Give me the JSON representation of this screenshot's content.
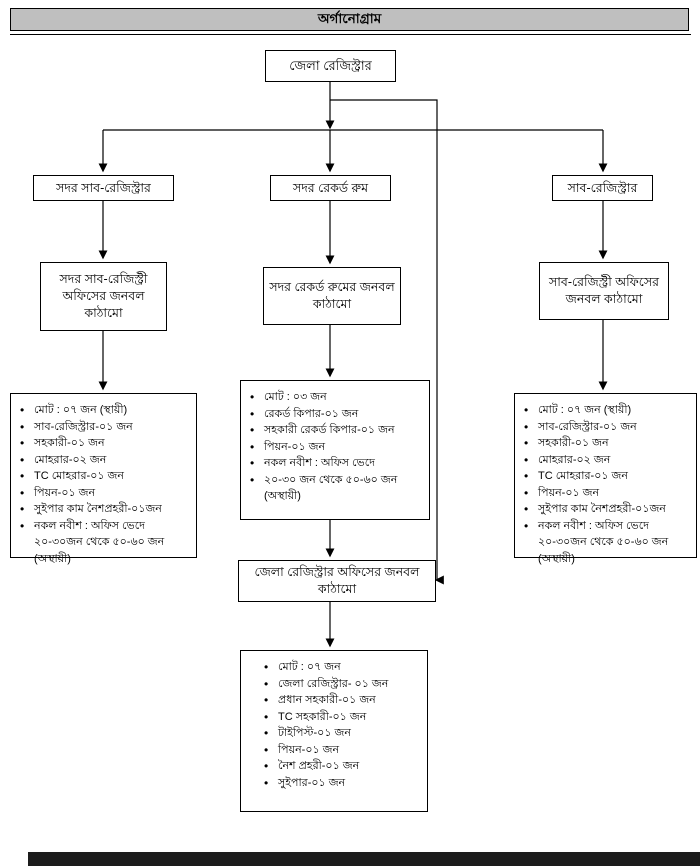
{
  "header": {
    "title": "অর্গানোগ্রাম"
  },
  "org": {
    "root": {
      "label": "জেলা রেজিস্ট্রার"
    },
    "branch_left": {
      "label": "সদর সাব-রেজিস্ট্রার"
    },
    "branch_middle": {
      "label": "সদর রেকর্ড রুম"
    },
    "branch_right": {
      "label": "সাব-রেজিস্ট্রার"
    },
    "struct_left": {
      "label": "সদর সাব-রেজিস্ট্রী অফিসের জনবল কাঠামো"
    },
    "struct_middle": {
      "label": "সদর রেকর্ড রুমের জনবল কাঠামো"
    },
    "struct_right": {
      "label": "সাব-রেজিস্ট্রী অফিসের জনবল কাঠামো"
    },
    "struct_district": {
      "label": "জেলা রেজিস্ট্রার অফিসের জনবল কাঠামো"
    },
    "list_left": {
      "items": [
        "মোট : ০৭ জন (স্থায়ী)",
        "সাব-রেজিস্ট্রার-০১ জন",
        "সহকারী-০১ জন",
        "মোহরার-০২ জন",
        "TC মোহরার-০১ জন",
        "পিয়ন-০১ জন",
        "সুইপার কাম নৈশপ্রহরী-০১জন",
        "নকল নবীশ : অফিস ভেদে ২০-৩০জন থেকে ৫০-৬০ জন (অস্থায়ী)"
      ]
    },
    "list_middle": {
      "items": [
        "মোট : ০৩ জন",
        "রেকর্ড কিপার-০১ জন",
        "সহকারী রেকর্ড কিপার-০১ জন",
        "পিয়ন-০১ জন",
        "নকল নবীশ : অফিস ভেদে",
        "২০-৩০ জন থেকে ৫০-৬০ জন (অস্থায়ী)"
      ]
    },
    "list_right": {
      "items": [
        "মোট : ০৭ জন (স্থায়ী)",
        "সাব-রেজিস্ট্রার-০১ জন",
        "সহকারী-০১ জন",
        "মোহরার-০২ জন",
        "TC মোহরার-০১ জন",
        "পিয়ন-০১ জন",
        "সুইপার কাম নৈশপ্রহরী-০১জন",
        "নকল নবীশ : অফিস ভেদে ২০-৩০জন থেকে ৫০-৬০ জন  (অস্থায়ী)"
      ]
    },
    "list_district": {
      "items": [
        "মোট : ০৭ জন",
        "জেলা রেজিস্ট্রার- ০১ জন",
        "প্রধান সহকারী-০১ জন",
        "TC সহকারী-০১ জন",
        "টাইপিস্ট-০১ জন",
        "পিয়ন-০১ জন",
        "নৈশ প্রহরী-০১ জন",
        "সুইপার-০১ জন"
      ]
    }
  },
  "colors": {
    "background": "#ffffff",
    "header_bg": "#bfbfbf",
    "border": "#000000",
    "footer_bar": "#1c1c1c"
  }
}
